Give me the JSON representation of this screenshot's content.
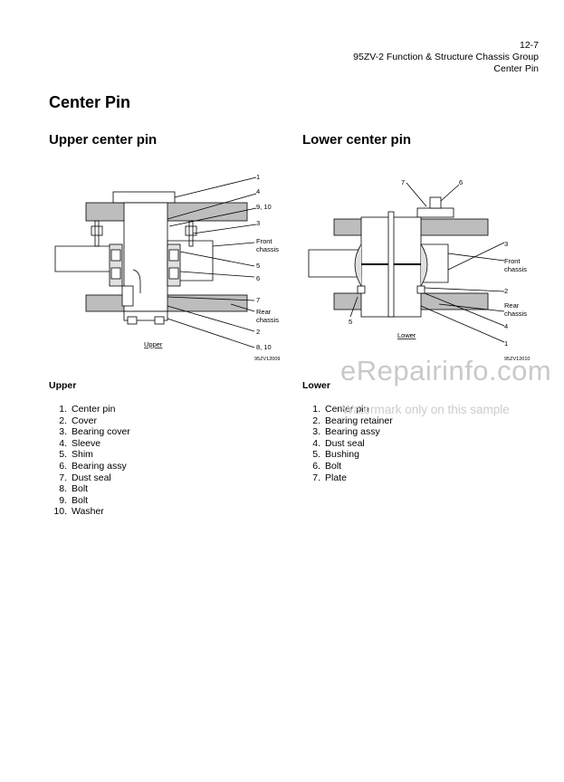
{
  "header": {
    "page_number": "12-7",
    "line1": "95ZV-2 Function & Structure Chassis Group",
    "line2": "Center Pin"
  },
  "title": "Center Pin",
  "upper": {
    "heading": "Upper center pin",
    "diagram": {
      "caption": "Upper",
      "code": "95ZV12009",
      "callouts": [
        "1",
        "4",
        "9, 10",
        "3",
        "Front",
        "chassis",
        "5",
        "6",
        "7",
        "Rear",
        "chassis",
        "2",
        "8, 10"
      ]
    },
    "list_title": "Upper",
    "parts": [
      {
        "num": "1.",
        "name": "Center pin"
      },
      {
        "num": "2.",
        "name": "Cover"
      },
      {
        "num": "3.",
        "name": "Bearing cover"
      },
      {
        "num": "4.",
        "name": "Sleeve"
      },
      {
        "num": "5.",
        "name": "Shim"
      },
      {
        "num": "6.",
        "name": "Bearing assy"
      },
      {
        "num": "7.",
        "name": "Dust seal"
      },
      {
        "num": "8.",
        "name": "Bolt"
      },
      {
        "num": "9.",
        "name": "Bolt"
      },
      {
        "num": "10.",
        "name": "Washer"
      }
    ]
  },
  "lower": {
    "heading": "Lower center pin",
    "diagram": {
      "caption": "Lower",
      "code": "95ZV12010",
      "callouts": [
        "7",
        "6",
        "3",
        "Front",
        "chassis",
        "2",
        "Rear",
        "chassis",
        "4",
        "1",
        "5"
      ]
    },
    "list_title": "Lower",
    "parts": [
      {
        "num": "1.",
        "name": "Center pin"
      },
      {
        "num": "2.",
        "name": "Bearing retainer"
      },
      {
        "num": "3.",
        "name": "Bearing assy"
      },
      {
        "num": "4.",
        "name": "Dust seal"
      },
      {
        "num": "5.",
        "name": "Bushing"
      },
      {
        "num": "6.",
        "name": "Bolt"
      },
      {
        "num": "7.",
        "name": "Plate"
      }
    ]
  },
  "watermark": {
    "main": "eRepairinfo.com",
    "sub": "Watermark only on this sample"
  }
}
